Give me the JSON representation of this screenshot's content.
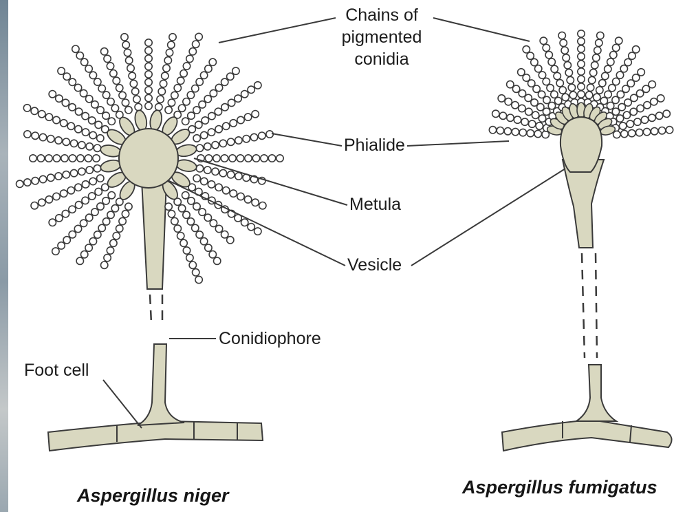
{
  "labels": {
    "chains_line1": "Chains of",
    "chains_line2": "pigmented",
    "chains_line3": "conidia",
    "phialide": "Phialide",
    "metula": "Metula",
    "vesicle": "Vesicle",
    "conidiophore": "Conidiophore",
    "foot_cell": "Foot cell"
  },
  "captions": {
    "left": "Aspergillus niger",
    "right": "Aspergillus fumigatus"
  },
  "colors": {
    "fill": "#d9d8c0",
    "stroke": "#3a3a3a",
    "leader": "#3a3a3a"
  }
}
